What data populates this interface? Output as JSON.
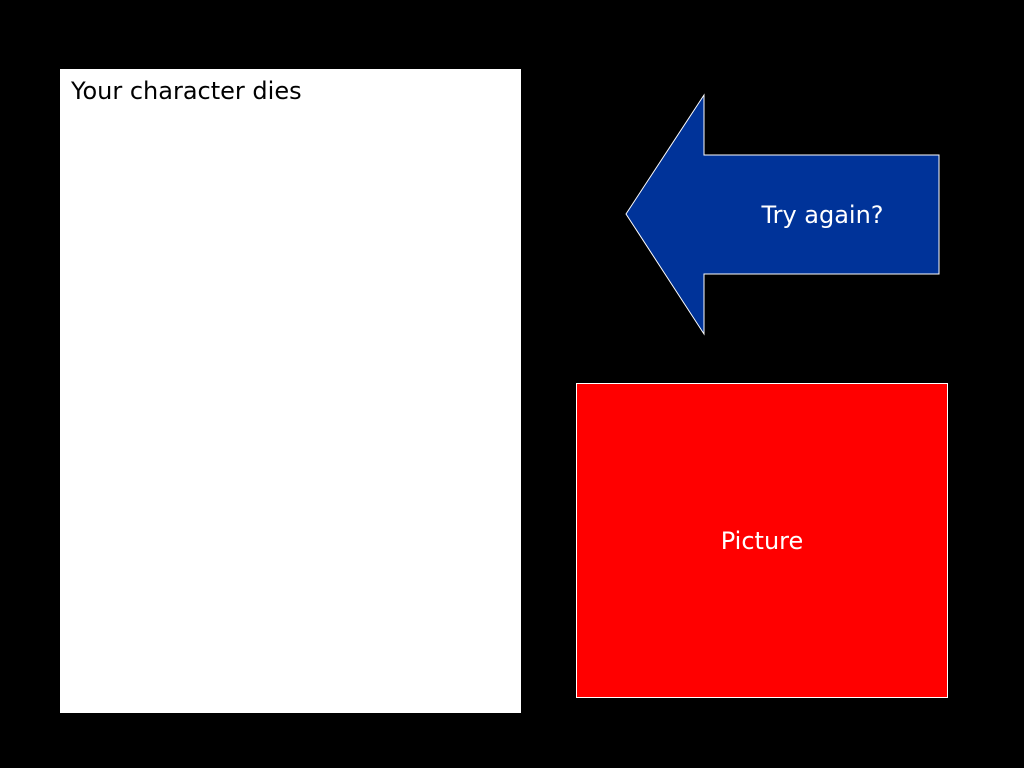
{
  "text_panel": {
    "text": "Your character dies"
  },
  "try_again_arrow": {
    "label": "Try again?",
    "direction": "left",
    "fill_color": "#003399",
    "border_color": "#ffffff",
    "icon": "left-arrow-icon"
  },
  "picture": {
    "label": "Picture",
    "fill_color": "#ff0000"
  },
  "colors": {
    "background": "#000000",
    "panel": "#ffffff"
  }
}
